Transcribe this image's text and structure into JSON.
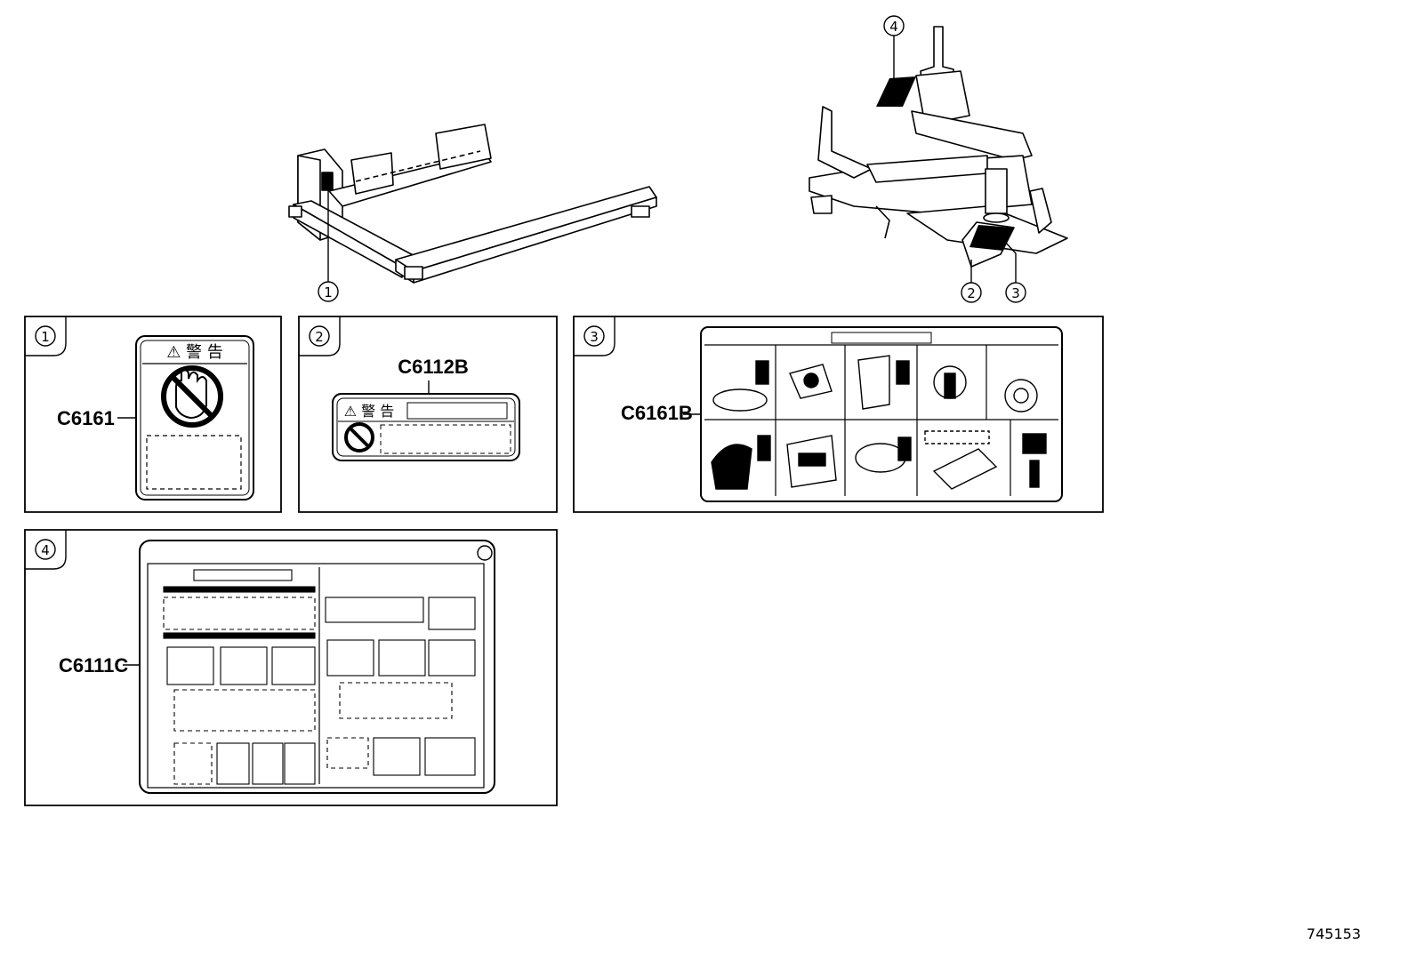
{
  "callouts": [
    "1",
    "2",
    "3",
    "4"
  ],
  "panels": [
    {
      "number": "1",
      "part_code": "C6161",
      "sticker_title": "⚠ 警 告"
    },
    {
      "number": "2",
      "part_code": "C6112B",
      "sticker_title": "⚠ 警 告"
    },
    {
      "number": "3",
      "part_code": "C6161B"
    },
    {
      "number": "4",
      "part_code": "C6111C"
    }
  ],
  "reference_number": "745153"
}
